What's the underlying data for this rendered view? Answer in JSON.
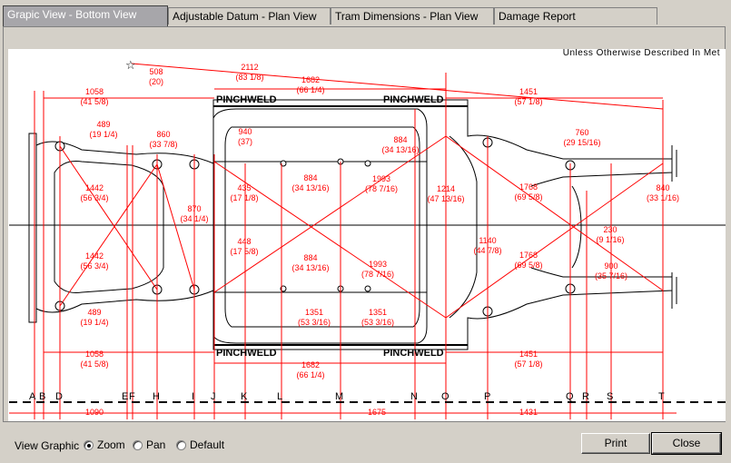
{
  "tabs": [
    {
      "label": "Grapic View - Bottom View",
      "active": true
    },
    {
      "label": "Adjustable Datum - Plan View",
      "active": false
    },
    {
      "label": "Tram Dimensions - Plan View",
      "active": false
    },
    {
      "label": "Damage Report",
      "active": false
    }
  ],
  "header_note": "Unless Otherwise Described In Met",
  "drawing": {
    "pinchweld_label": "PINCHWELD",
    "datum_letters": [
      "A",
      "B",
      "D",
      "E",
      "F",
      "H",
      "I",
      "J",
      "K",
      "L",
      "M",
      "N",
      "O",
      "P",
      "Q",
      "R",
      "S",
      "T"
    ],
    "dimensions": [
      {
        "mm": "508",
        "in": "(20)"
      },
      {
        "mm": "2112",
        "in": "(83 1/8)"
      },
      {
        "mm": "1682",
        "in": "(66 1/4)"
      },
      {
        "mm": "1451",
        "in": "(57 1/8)"
      },
      {
        "mm": "1058",
        "in": "(41 5/8)"
      },
      {
        "mm": "489",
        "in": "(19 1/4)"
      },
      {
        "mm": "860",
        "in": "(33 7/8)"
      },
      {
        "mm": "940",
        "in": "(37)"
      },
      {
        "mm": "884",
        "in": "(34 13/16)"
      },
      {
        "mm": "760",
        "in": "(29 15/16)"
      },
      {
        "mm": "1442",
        "in": "(56 3/4)"
      },
      {
        "mm": "435",
        "in": "(17 1/8)"
      },
      {
        "mm": "1993",
        "in": "(78 7/16)"
      },
      {
        "mm": "1214",
        "in": "(47 13/16)"
      },
      {
        "mm": "1768",
        "in": "(69 5/8)"
      },
      {
        "mm": "840",
        "in": "(33 1/16)"
      },
      {
        "mm": "870",
        "in": "(34 1/4)"
      },
      {
        "mm": "448",
        "in": "(17 5/8)"
      },
      {
        "mm": "1140",
        "in": "(44 7/8)"
      },
      {
        "mm": "230",
        "in": "(9 1/16)"
      },
      {
        "mm": "900",
        "in": "(35 7/16)"
      },
      {
        "mm": "1351",
        "in": "(53 3/16)"
      },
      {
        "mm": "1090",
        "in": ""
      },
      {
        "mm": "1675",
        "in": ""
      },
      {
        "mm": "1431",
        "in": ""
      }
    ]
  },
  "footer": {
    "view_label": "View Graphic",
    "options": [
      {
        "label": "Zoom",
        "selected": true
      },
      {
        "label": "Pan",
        "selected": false
      },
      {
        "label": "Default",
        "selected": false
      }
    ],
    "print_label": "Print",
    "close_label": "Close"
  },
  "colors": {
    "dimension": "#ff0000",
    "frame": "#000000",
    "active_tab": "#a7a6aa"
  }
}
